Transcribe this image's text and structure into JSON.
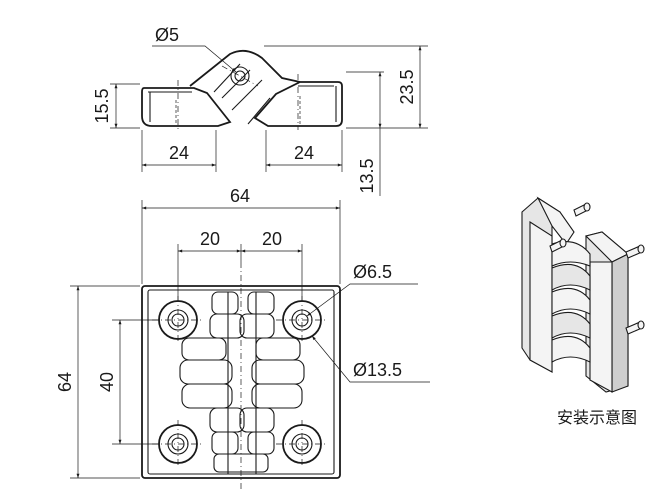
{
  "side_view": {
    "pin_diameter": "Ø5",
    "leaf_thickness": "15.5",
    "total_height": "23.5",
    "pivot_height": "13.5",
    "left_leaf_width": "24",
    "right_leaf_width": "24"
  },
  "front_view": {
    "overall_width": "64",
    "overall_height": "64",
    "hole_offset_left": "20",
    "hole_offset_right": "20",
    "hole_spacing": "40",
    "hole_diameter": "Ø6.5",
    "counterbore_diameter": "Ø13.5"
  },
  "isometric": {
    "caption": "安装示意图"
  }
}
